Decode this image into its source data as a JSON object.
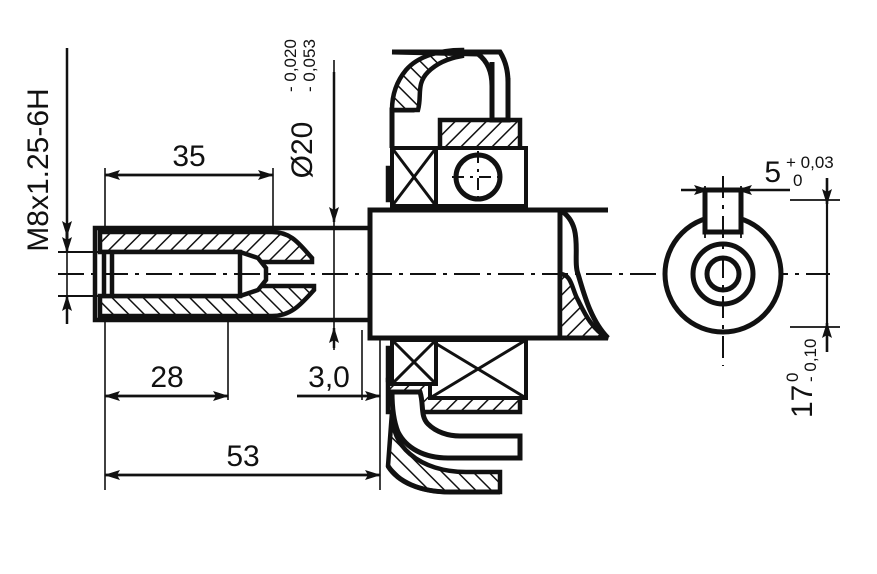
{
  "drawing": {
    "title": "Shaft with bearing assembly — sectional engineering drawing",
    "units": "mm",
    "line_color": "#111111",
    "background": "#ffffff"
  },
  "dimensions": {
    "thread": {
      "label": "M8x1.25-6H",
      "orientation": "vertical",
      "type": "leader-callout"
    },
    "diameter": {
      "label": "Ø20",
      "tol_upper": "- 0,020",
      "tol_lower": "- 0,053",
      "orientation": "vertical",
      "type": "leader-callout"
    },
    "len_35": {
      "label": "35",
      "orientation": "horizontal"
    },
    "len_28": {
      "label": "28",
      "orientation": "horizontal"
    },
    "len_30": {
      "label": "3,0",
      "orientation": "horizontal"
    },
    "len_53": {
      "label": "53",
      "orientation": "horizontal"
    },
    "key_width": {
      "label": "5",
      "tol_upper": "+ 0,03",
      "tol_lower": "0",
      "orientation": "horizontal"
    },
    "key_depth": {
      "label": "17",
      "tol_upper": "0",
      "tol_lower": "- 0,10",
      "orientation": "vertical"
    }
  },
  "views": {
    "section_view": "longitudinal half-section of shaft, threaded bore, ball bearing and seal",
    "end_view": "end elevation showing shaft circle, bore circles and keyway slot"
  }
}
